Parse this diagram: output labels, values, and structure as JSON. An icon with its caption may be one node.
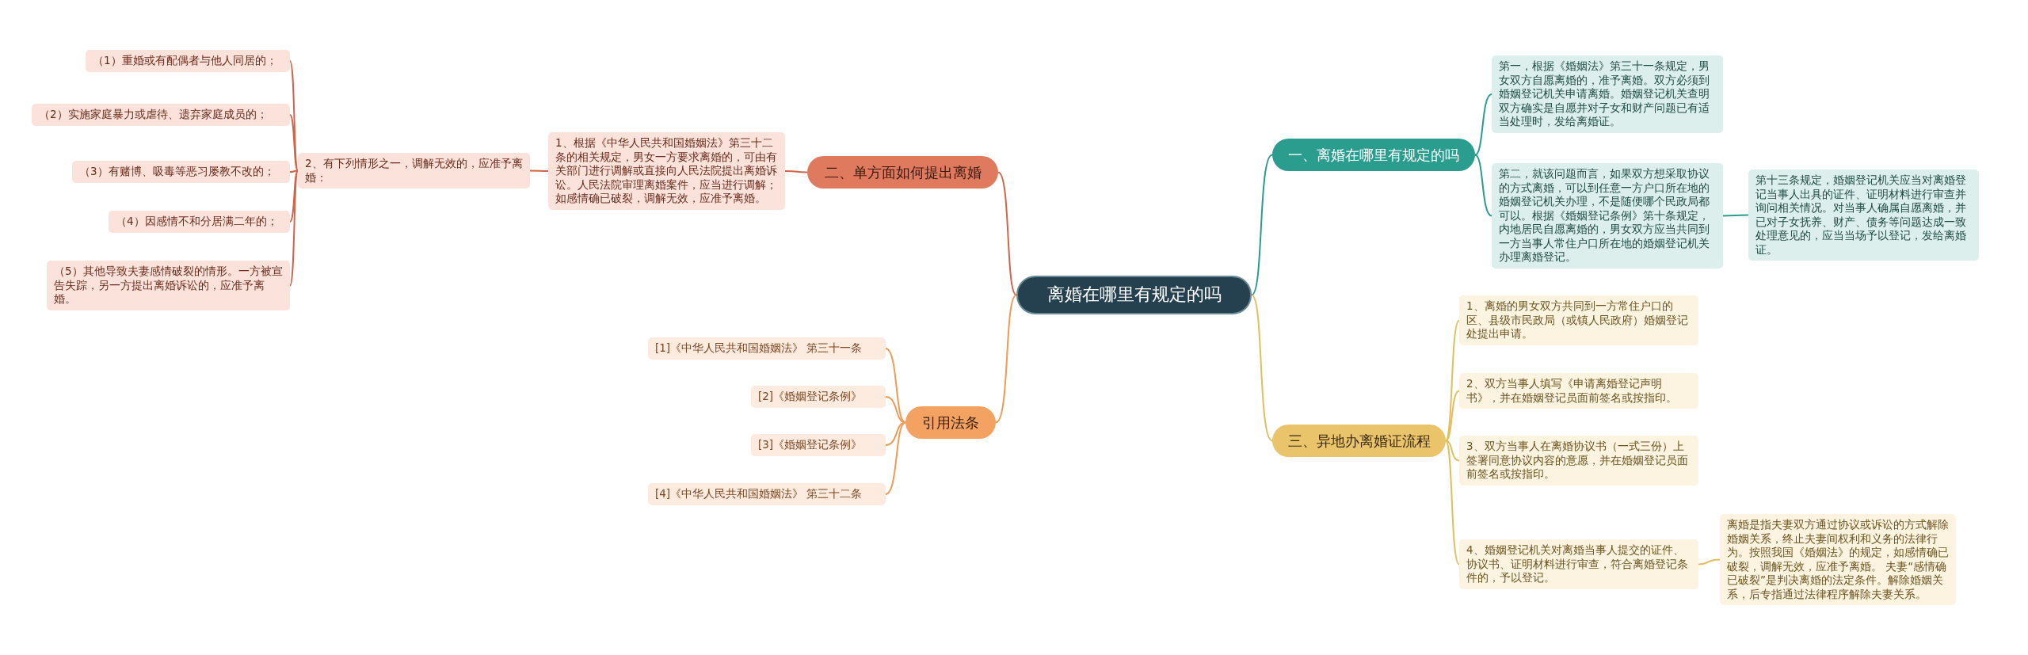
{
  "diagram": {
    "nodes": [
      {
        "text": [
          "离婚在哪里有规定的吗"
        ]
      },
      {
        "text": [
          "一、离婚在哪里有规定的吗"
        ]
      },
      {
        "text": [
          "第一，根据《婚姻法》第三十一条规定，男女双方自愿离婚的，准予离婚。双方必须到婚姻登记机关申请离婚。婚姻登记机关查明双方确实是自愿并对子女和财产问题已有适当处理时，发给离婚证。"
        ]
      },
      {
        "text": [
          "第二，就该问题而言，如果双方想采取协议的方式离婚，可以到任意一方户口所在地的婚姻登记机关办理，不是随便哪个民政局都可以。根据《婚姻登记条例》第十条规定，内地居民自愿离婚的，男女双方应当共同到一方当事人常住户口所在地的婚姻登记机关办理离婚登记。"
        ]
      },
      {
        "text": [
          "第十三条规定，婚姻登记机关应当对离婚登记当事人出具的证件、证明材料进行审查并询问相关情况。对当事人确属自愿离婚，并已对子女抚养、财产、债务等问题达成一致处理意见的，应当当场予以登记，发给离婚证。"
        ]
      },
      {
        "text": [
          "二、单方面如何提出离婚"
        ]
      },
      {
        "text": [
          "1、根据《中华人民共和国婚姻法》第三十二条的相关规定，男女一方要求离婚的，可由有关部门进行调解或直接向人民法院提出离婚诉讼。人民法院审理离婚案件，应当进行调解；如感情确已破裂，调解无效，应准予离婚。"
        ]
      },
      {
        "text": [
          "2、有下列情形之一，调解无效的，应准予离婚："
        ]
      },
      {
        "text": [
          "（1）重婚或有配偶者与他人同居的；"
        ]
      },
      {
        "text": [
          "（2）实施家庭暴力或虐待、遗弃家庭成员的；"
        ]
      },
      {
        "text": [
          "（3）有赌博、吸毒等恶习屡教不改的；"
        ]
      },
      {
        "text": [
          "（4）因感情不和分居满二年的；"
        ]
      },
      {
        "text": [
          "（5）其他导致夫妻感情破裂的情形。一方被宣告失踪，另一方提出离婚诉讼的，应准予离婚。"
        ]
      },
      {
        "text": [
          "三、异地办离婚证流程"
        ]
      },
      {
        "text": [
          "1、离婚的男女双方共同到一方常住户口的区、县级市民政局（或镇人民政府）婚姻登记处提出申请。"
        ]
      },
      {
        "text": [
          "2、双方当事人填写《申请离婚登记声明书》，并在婚姻登记员面前签名或按指印。"
        ]
      },
      {
        "text": [
          "3、双方当事人在离婚协议书（一式三份）上签署同意协议内容的意愿，并在婚姻登记员面前签名或按指印。"
        ]
      },
      {
        "text": [
          "4、婚姻登记机关对离婚当事人提交的证件、协议书、证明材料进行审查，符合离婚登记条件的，予以登记。"
        ]
      },
      {
        "text": [
          "离婚是指夫妻双方通过协议或诉讼的方式解除婚姻关系，终止夫妻间权利和义务的法律行为。按照我国《婚姻法》的规定，如感情确已破裂，调解无效，应准予离婚。 夫妻“感情确已破裂”是判决离婚的法定条件。解除婚姻关系，后专指通过法律程序解除夫妻关系。"
        ]
      },
      {
        "text": [
          "引用法条"
        ]
      },
      {
        "text": [
          "[1]《中华人民共和国婚姻法》 第三十一条"
        ]
      },
      {
        "text": [
          "[2]《婚姻登记条例》"
        ]
      },
      {
        "text": [
          "[3]《婚姻登记条例》"
        ]
      },
      {
        "text": [
          "[4]《中华人民共和国婚姻法》 第三十二条"
        ]
      }
    ],
    "edges": [
      {
        "from": 0,
        "to": 1,
        "arrow": "none",
        "color": "#2a9d8f"
      },
      {
        "from": 1,
        "to": 2,
        "arrow": "none",
        "color": "#2a9d8f"
      },
      {
        "from": 1,
        "to": 3,
        "arrow": "none",
        "color": "#2a9d8f"
      },
      {
        "from": 3,
        "to": 4,
        "arrow": "none",
        "color": "#2a9d8f"
      },
      {
        "from": 0,
        "to": 5,
        "arrow": "none"
      },
      {
        "from": 5,
        "to": 6,
        "arrow": "none"
      },
      {
        "from": 6,
        "to": 7,
        "arrow": "none"
      },
      {
        "from": 7,
        "to": 8,
        "arrow": "none"
      },
      {
        "from": 7,
        "to": 9,
        "arrow": "none"
      },
      {
        "from": 7,
        "to": 10,
        "arrow": "none"
      },
      {
        "from": 7,
        "to": 11,
        "arrow": "none"
      },
      {
        "from": 7,
        "to": 12,
        "arrow": "none"
      },
      {
        "from": 0,
        "to": 13,
        "arrow": "none",
        "color": "#e3bd5e"
      },
      {
        "from": 13,
        "to": 14,
        "arrow": "none",
        "color": "#e3bd5e"
      },
      {
        "from": 13,
        "to": 15,
        "arrow": "none",
        "color": "#e3bd5e"
      },
      {
        "from": 13,
        "to": 16,
        "arrow": "none",
        "color": "#e3bd5e"
      },
      {
        "from": 13,
        "to": 17,
        "arrow": "none",
        "color": "#e3bd5e"
      },
      {
        "from": 17,
        "to": 18,
        "arrow": "none",
        "color": "#e3bd5e"
      },
      {
        "from": 0,
        "to": 19,
        "arrow": "none",
        "color": "#ef9a55"
      },
      {
        "from": 19,
        "to": 20,
        "arrow": "none",
        "color": "#ef9a55"
      },
      {
        "from": 19,
        "to": 21,
        "arrow": "none",
        "color": "#ef9a55"
      },
      {
        "from": 19,
        "to": 22,
        "arrow": "none",
        "color": "#ef9a55"
      },
      {
        "from": 19,
        "to": 23,
        "arrow": "none",
        "color": "#ef9a55"
      }
    ]
  }
}
